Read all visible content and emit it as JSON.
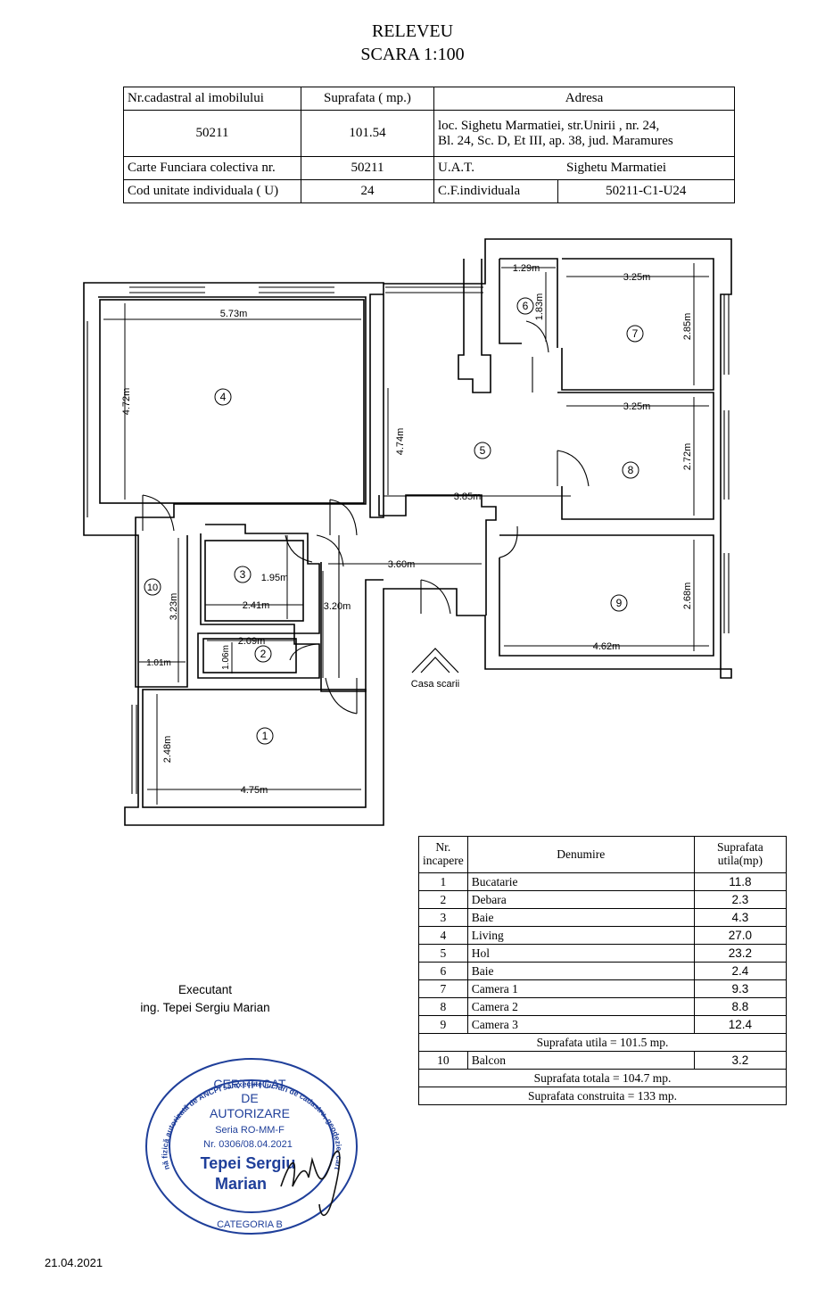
{
  "header": {
    "title": "RELEVEU",
    "scale": "SCARA 1:100"
  },
  "info": {
    "cadastral_label": "Nr.cadastral al imobilului",
    "area_label": "Suprafata ( mp.)",
    "address_label": "Adresa",
    "cadastral_value": "50211",
    "area_value": "101.54",
    "address_line1": "loc. Sighetu Marmatiei, str.Unirii , nr. 24,",
    "address_line2": "Bl. 24, Sc. D, Et III, ap. 38, jud. Maramures",
    "cf_label": "Carte Funciara colectiva nr.",
    "cf_value": "50211",
    "uat_label": "U.A.T.",
    "uat_value": "Sighetu Marmatiei",
    "unit_label": "Cod unitate individuala ( U)",
    "unit_value": "24",
    "cfi_label": "C.F.individuala",
    "cfi_value": "50211-C1-U24"
  },
  "plan": {
    "rooms": [
      "1",
      "2",
      "3",
      "4",
      "5",
      "6",
      "7",
      "8",
      "9",
      "10"
    ],
    "dims": {
      "d573": "5.73m",
      "d472": "4.72m",
      "d474": "4.74m",
      "d385": "3.85m",
      "d129": "1.29m",
      "d183": "1.83m",
      "d325a": "3.25m",
      "d285": "2.85m",
      "d325b": "3.25m",
      "d272": "2.72m",
      "d360": "3.60m",
      "d195": "1.95m",
      "d241": "2.41m",
      "d323": "3.23m",
      "d320": "3.20m",
      "d209": "2.09m",
      "d106": "1.06m",
      "d101": "1.01m",
      "d268": "2.68m",
      "d462": "4.62m",
      "d248": "2.48m",
      "d475": "4.75m"
    },
    "stair_label": "Casa scarii"
  },
  "rooms_table": {
    "h_nr": "Nr.",
    "h_nr2": "incapere",
    "h_name": "Denumire",
    "h_area": "Suprafata",
    "h_area2": "utila(mp)",
    "rows": [
      {
        "nr": "1",
        "name": "Bucatarie",
        "area": "11.8"
      },
      {
        "nr": "2",
        "name": "Debara",
        "area": "2.3"
      },
      {
        "nr": "3",
        "name": "Baie",
        "area": "4.3"
      },
      {
        "nr": "4",
        "name": "Living",
        "area": "27.0"
      },
      {
        "nr": "5",
        "name": "Hol",
        "area": "23.2"
      },
      {
        "nr": "6",
        "name": "Baie",
        "area": "2.4"
      },
      {
        "nr": "7",
        "name": "Camera 1",
        "area": "9.3"
      },
      {
        "nr": "8",
        "name": "Camera 2",
        "area": "8.8"
      },
      {
        "nr": "9",
        "name": "Camera 3",
        "area": "12.4"
      }
    ],
    "useful_total": "Suprafata utila = 101.5 mp.",
    "balcony": {
      "nr": "10",
      "name": "Balcon",
      "area": "3.2"
    },
    "total": "Suprafata totala = 104.7 mp.",
    "built": "Suprafata construita = 133 mp."
  },
  "executant": {
    "label": "Executant",
    "name": "ing. Tepei Sergiu Marian"
  },
  "stamp": {
    "ring_text": "Persoană fizică autorizată de ANCPI să execute lucrări de cadastru, geodezie, cartografie",
    "line1": "CERTIFICAT",
    "line2": "DE",
    "line3": "AUTORIZARE",
    "series": "Seria RO-MM-F",
    "number": "Nr. 0306/08.04.2021",
    "name1": "Tepei Sergiu",
    "name2": "Marian",
    "category": "CATEGORIA B",
    "color": "#1f3f9a"
  },
  "date": "21.04.2021"
}
